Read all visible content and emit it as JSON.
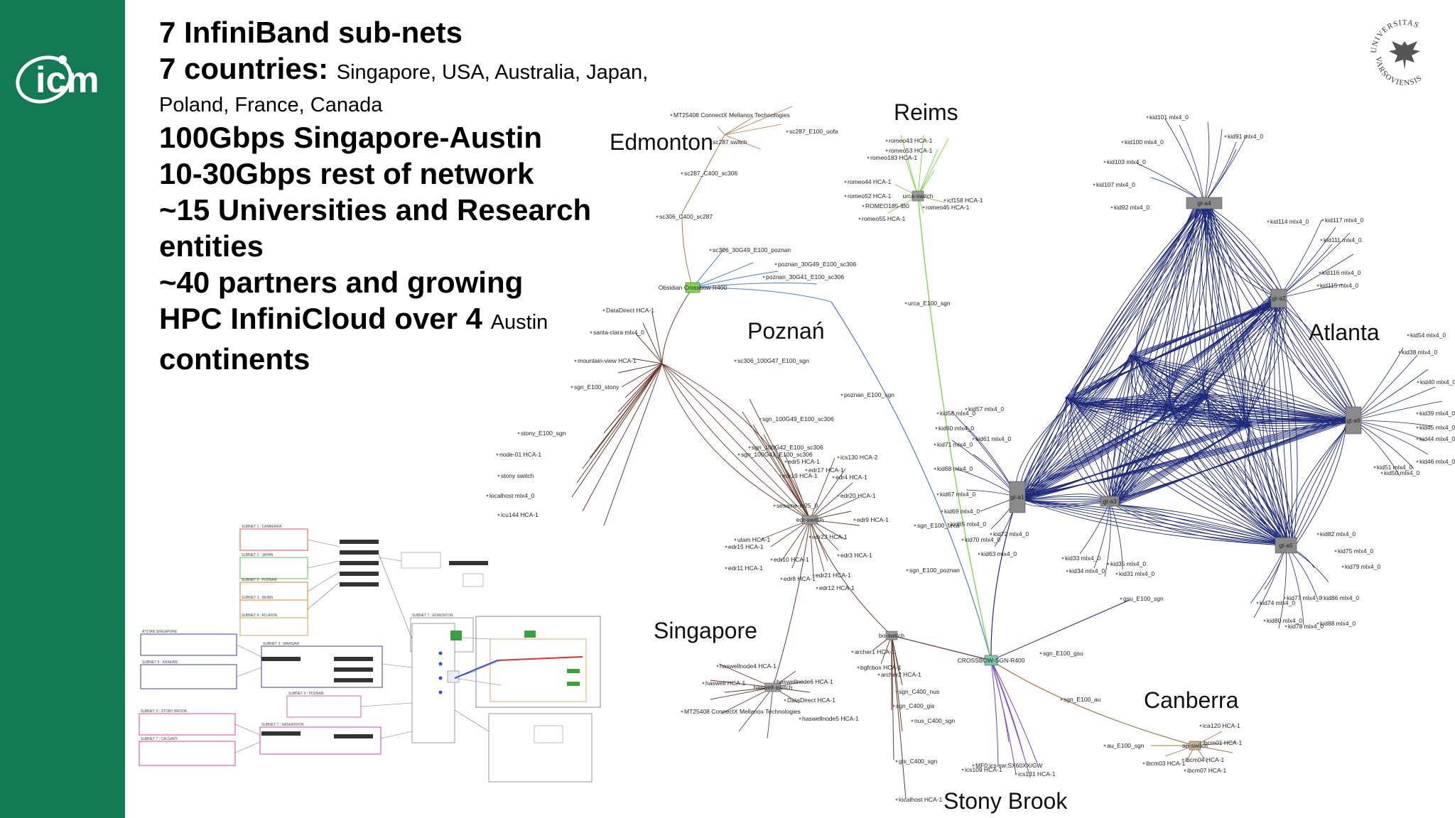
{
  "slide": {
    "lines": [
      {
        "main": "7 InfiniBand sub-nets",
        "small": ""
      },
      {
        "main": "7 countries: ",
        "small": "Singapore, USA, Australia, Japan,",
        "small2": "Poland, France, Canada"
      },
      {
        "main": "100Gbps Singapore-Austin",
        "small": ""
      },
      {
        "main": "10-30Gbps rest of network",
        "small": ""
      },
      {
        "main": "~15 Universities and Research",
        "small": ""
      },
      {
        "main": "entities",
        "small": ""
      },
      {
        "main": "~40 partners and growing",
        "small": ""
      },
      {
        "main": "HPC InfiniCloud over 4 ",
        "small": "Austin"
      },
      {
        "main": "continents",
        "small": ""
      }
    ]
  },
  "logo": {
    "text": "icm",
    "color": "#ffffff"
  },
  "seal": {
    "top": "UNIVERSITAS",
    "bottom": "VARSOVIENSIS"
  },
  "colors": {
    "sidebar": "#137a55",
    "brown": "#6b3a2a",
    "blue": "#1f2a78",
    "green": "#7fd650",
    "purple": "#7b3fc8",
    "lightblue": "#4a7fd6",
    "tan": "#a87848"
  },
  "cities": [
    {
      "name": "Edmonton"
    },
    {
      "name": "Reims"
    },
    {
      "name": "Poznań"
    },
    {
      "name": "Atlanta"
    },
    {
      "name": "Singapore"
    },
    {
      "name": "Canberra"
    },
    {
      "name": "Stony Brook"
    }
  ],
  "switches": [
    {
      "label": "Obsidian Crossbow R400"
    },
    {
      "label": "urca-switch"
    },
    {
      "label": "CROSSBOW-SGN-R400"
    },
    {
      "label": "edr-switch"
    },
    {
      "label": "haswell-switch"
    },
    {
      "label": "bo-switch"
    },
    {
      "label": "ap-switch"
    },
    {
      "label": "gt-a1"
    },
    {
      "label": "gt-a2"
    },
    {
      "label": "gt-a3"
    },
    {
      "label": "gt-a4"
    },
    {
      "label": "gt-a5"
    },
    {
      "label": "gt-a6"
    }
  ],
  "node_labels": [
    "MT25408 ConnectX Mellanox Technologies",
    "sc287_E100_uofa",
    "sc287 switch",
    "sc287_C400_sc306",
    "sc306_C400_sc287",
    "sc306_30G49_E100_poznan",
    "poznan_30G49_E100_sc306",
    "poznan_30G41_E100_sc306",
    "poznan_E100_sgn",
    "romeo43 HCA-1",
    "romeo53 HCA-1",
    "romeo183 HCA-1",
    "romeo44 HCA-1",
    "romeo52 HCA-1",
    "ROMEO185-IB0",
    "romeo55 HCA-1",
    "icf158 HCA-1",
    "romeo45 HCA-1",
    "urca_E100_sgn",
    "DataDirect HCA-1",
    "santa-clara mlx4_0",
    "mountain-view HCA-1",
    "sgn_E100_stony",
    "stony_E100_sgn",
    "node-01 HCA-1",
    "stony switch",
    "localhost mlx4_0",
    "icu144 HCA-1",
    "sc306_100G47_E100_sgn",
    "sgn_100G49_E100_sc306",
    "sgn_100G42_E100_sc306",
    "sgn_100G41_E100_sc306",
    "ics130 HCA-2",
    "edr4 HCA-1",
    "edr20 HCA-1",
    "edr17 HCA-1",
    "edr5 HCA-1",
    "edr19 HCA-1",
    "ulam HCA-1",
    "edr15 HCA-1",
    "edr10 HCA-1",
    "edr11 HCA-1",
    "edr8 HCA-1",
    "edr21 HCA-1",
    "edr12 HCA-1",
    "edr3 HCA-1",
    "edr23 HCA-1",
    "edr9 HCA-1",
    "sesame-io25_0",
    "haswellnode4 HCA-1",
    "haswell HCA-1",
    "haswellnode6 HCA-1",
    "DataDirect HCA-1",
    "MT25408 ConnectX Mellanox Technologies",
    "haswellnode5 HCA-1",
    "archer1 HCA-1",
    "bgfcbox HCA-1",
    "archer2 HCA-1",
    "sgn_C400_nus",
    "sgn_C400_gis",
    "nus_C400_sgn",
    "gis_C400_sgn",
    "localhost HCA-1",
    "ics109 HCA-1",
    "ics131 HCA-1",
    "MF0;ics-sw;SX60XX/GW",
    "sgn_E100_gsu",
    "gsu_E100_sgn",
    "sgn_E100_au",
    "au_E100_sgn",
    "ica120 HCA-1",
    "ibcm01 HCA-1",
    "ibcm04 HCA-1",
    "ibcm03 HCA-1",
    "ibcm07 HCA-1",
    "sgn_E100_urca",
    "sgn_E100_poznan",
    "kid101 mlx4_0",
    "kid100 mlx4_0",
    "kid103 mlx4_0",
    "kid107 mlx4_0",
    "kid92 mlx4_0",
    "kid91 mlx4_0",
    "kid114 mlx4_0",
    "kid117 mlx4_0",
    "kid111 mlx4_0",
    "kid116 mlx4_0",
    "kid115 mlx4_0",
    "kid54 mlx4_0",
    "kid38 mlx4_0",
    "kid40 mlx4_0",
    "kid39 mlx4_0",
    "kid45 mlx4_0",
    "kid44 mlx4_0",
    "kid46 mlx4_0",
    "kid51 mlx4_0",
    "kid50 mlx4_0",
    "kid58 mlx4_0",
    "kid57 mlx4_0",
    "kid60 mlx4_0",
    "kid61 mlx4_0",
    "kid71 mlx4_0",
    "kid68 mlx4_0",
    "kid67 mlx4_0",
    "kid69 mlx4_0",
    "kid65 mlx4_0",
    "kid70 mlx4_0",
    "kid72 mlx4_0",
    "kid63 mlx4_0",
    "kid33 mlx4_0",
    "kid34 mlx4_0",
    "kid35 mlx4_0",
    "kid31 mlx4_0",
    "kid82 mlx4_0",
    "kid75 mlx4_0",
    "kid79 mlx4_0",
    "kid74 mlx4_0",
    "kid77 mlx4_0",
    "kid80 mlx4_0",
    "kid78 mlx4_0",
    "kid88 mlx4_0",
    "kid86 mlx4_0"
  ],
  "overview": {
    "labels": [
      "SUBNET 1 : CANBERRA",
      "SUBNET 2 : JAPAN",
      "SUBNET 2 : POZNAN",
      "SUBNET 3 : REIMS",
      "SUBNET 4 : ATLANTA",
      "A*STAR SINGAPORE",
      "SUBNET 5 : KRAKAW",
      "SUBNET 3 : WARSAW",
      "SUBNET 3 : POZNAN",
      "SUBNET 6 : STONY BROOK",
      "SUBNET 7 : CALGARY",
      "SUBNET 7 : SASKATOON",
      "SUBNET 7 : EDMONTON"
    ]
  }
}
